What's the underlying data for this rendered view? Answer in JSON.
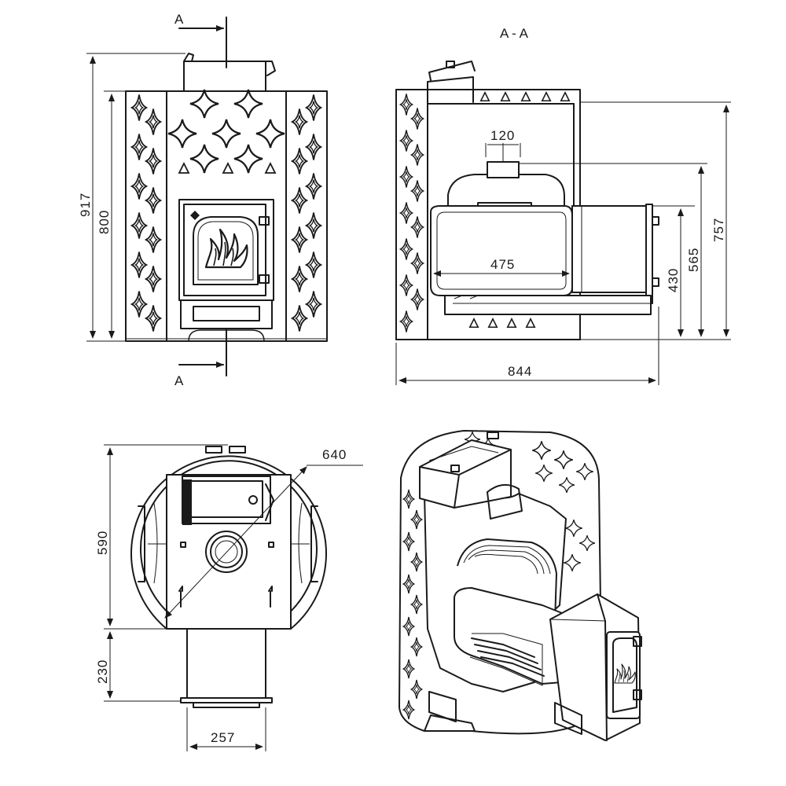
{
  "section_marks": {
    "top": "A",
    "bottom": "A"
  },
  "section_title": "A - A",
  "front_view": {
    "height_overall": "917",
    "height_body": "800"
  },
  "section_view": {
    "flue_width": "120",
    "firebox_depth": "475",
    "overall_depth": "844",
    "heights": {
      "h757": "757",
      "h565": "565",
      "h430": "430"
    }
  },
  "top_view": {
    "diameter": "640",
    "body_depth": "590",
    "tunnel_length": "230",
    "tunnel_width": "257"
  },
  "colors": {
    "line": "#1a1a1a",
    "background": "#ffffff"
  },
  "icons": [
    "flame-icon",
    "star-pattern"
  ]
}
